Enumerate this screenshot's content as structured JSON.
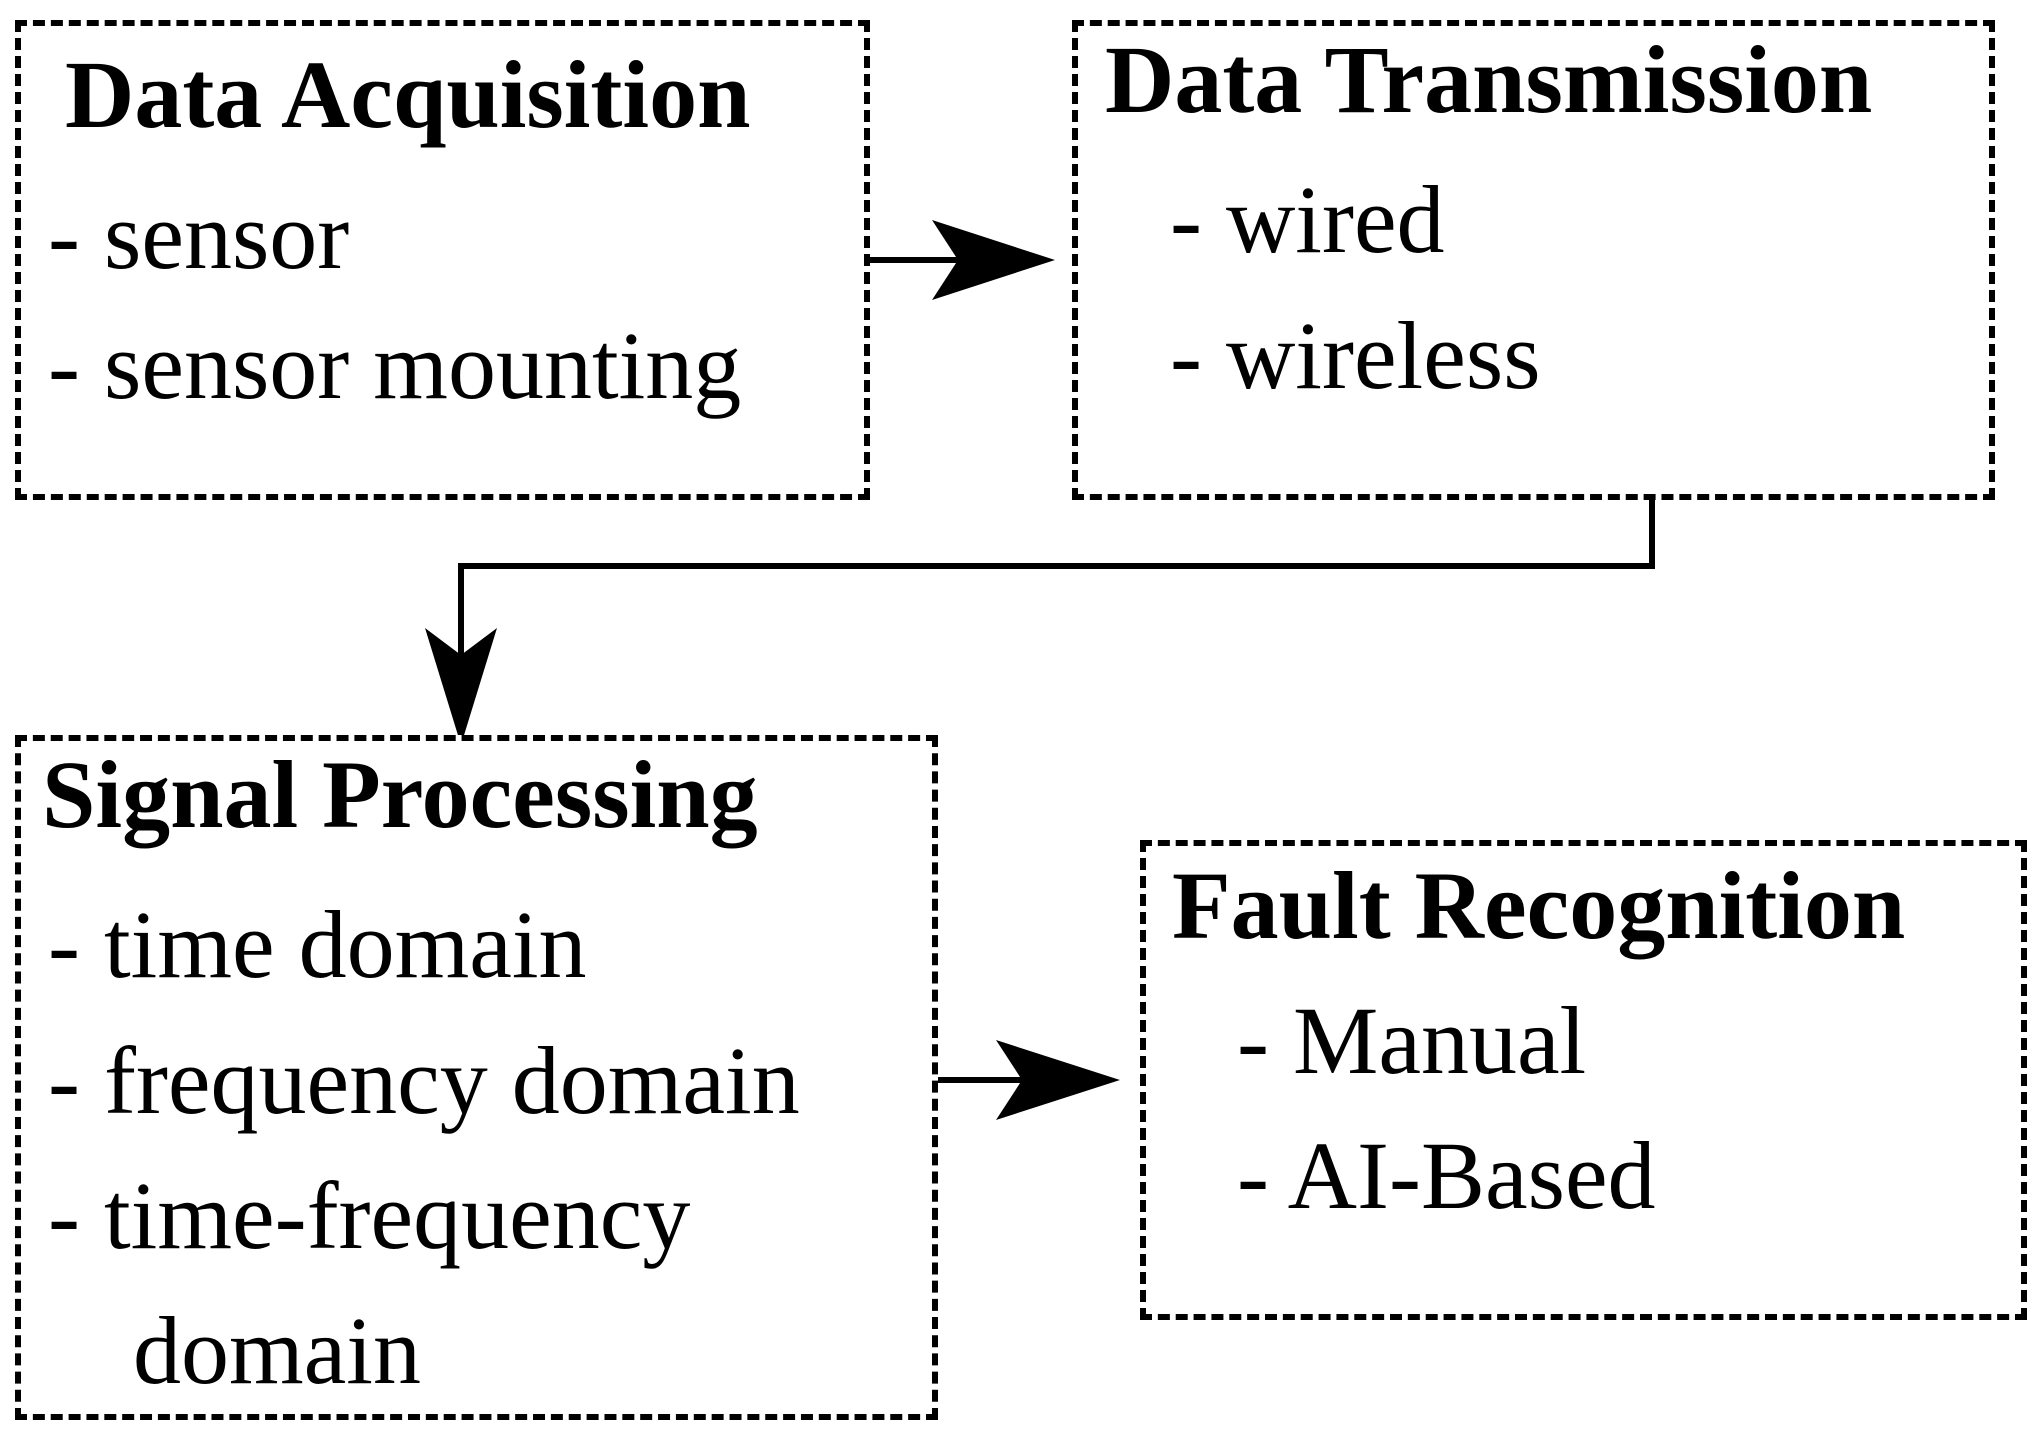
{
  "blocks": {
    "acquisition": {
      "title": "Data Acquisition",
      "items": [
        "- sensor",
        "- sensor mounting"
      ]
    },
    "transmission": {
      "title": "Data Transmission",
      "items": [
        "- wired",
        "- wireless"
      ]
    },
    "processing": {
      "title": "Signal Processing",
      "items": [
        "- time domain",
        "- frequency domain",
        "- time-frequency",
        "domain"
      ]
    },
    "recognition": {
      "title": "Fault Recognition",
      "items": [
        "- Manual",
        "- AI-Based"
      ]
    }
  },
  "colors": {
    "stroke": "#000000",
    "background": "#ffffff"
  }
}
